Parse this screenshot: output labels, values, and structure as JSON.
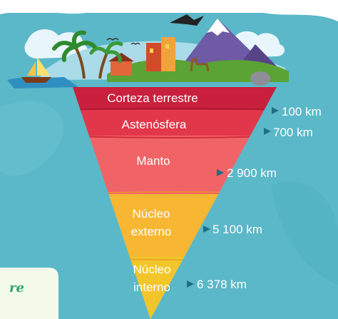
{
  "layers": [
    {
      "id": "corteza",
      "label": "Corteza terrestre",
      "depth": "100 km",
      "color": "#c8203d"
    },
    {
      "id": "astenosfera",
      "label": "Astenósfera",
      "depth": "700 km",
      "color": "#e2374a"
    },
    {
      "id": "manto",
      "label": "Manto",
      "depth": "2 900 km",
      "color": "#f06467"
    },
    {
      "id": "nucleo-externo",
      "label_line1": "Núcleo",
      "label_line2": "externo",
      "depth": "5 100 km",
      "color": "#f7b733"
    },
    {
      "id": "nucleo-interno",
      "label_line1": "Núcleo",
      "label_line2": "interno",
      "depth": "6 378 km",
      "color": "#f2c62a"
    }
  ],
  "corner_text": "re",
  "colors": {
    "background": "#5bb8c8",
    "arrow": "#1d6f86",
    "depth_text": "#ffffff",
    "corner_panel": "#f5fbe9",
    "corner_text": "#2ea36a"
  }
}
